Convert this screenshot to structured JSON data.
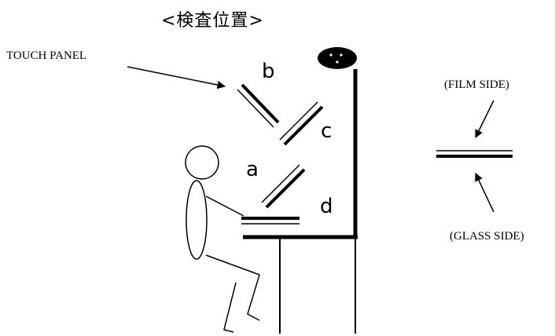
{
  "title": "<検査位置>",
  "labels": {
    "touch_panel": "TOUCH PANEL",
    "film_side": "(FILM SIDE)",
    "glass_side": "(GLASS SIDE)",
    "position_a": "a",
    "position_b": "b",
    "position_c": "c",
    "position_d": "d"
  },
  "colors": {
    "ink": "#000000",
    "background": "#ffffff"
  }
}
